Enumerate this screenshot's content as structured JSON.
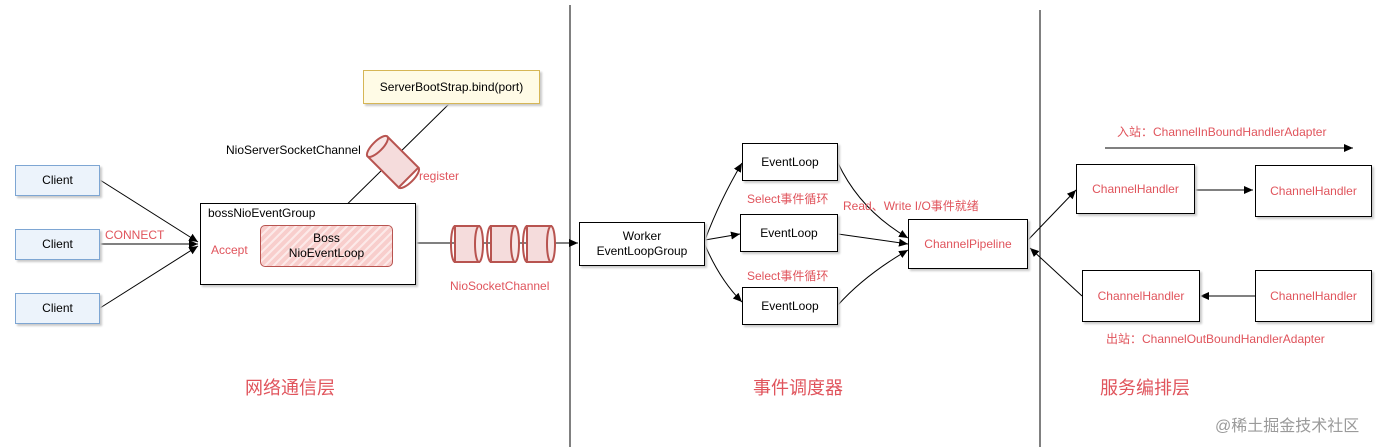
{
  "colors": {
    "accent": "#e0545c",
    "client_fill": "#ecf3fb",
    "client_border": "#7ea6d3",
    "bind_border": "#d6b656",
    "bind_fill": "#fffbe6",
    "line": "#000000"
  },
  "network": {
    "clients": [
      "Client",
      "Client",
      "Client"
    ],
    "connect_label": "CONNECT",
    "accept_label": "Accept",
    "boss_group_label": "bossNioEventGroup",
    "boss_loop": {
      "line1": "Boss",
      "line2": "NioEventLoop"
    },
    "server_bind": "ServerBootStrap.bind(port)",
    "server_channel_label": "NioServerSocketChannel",
    "register_label": "register",
    "socket_channel_label": "NioSocketChannel",
    "layer_title": "网络通信层"
  },
  "scheduler": {
    "worker": {
      "line1": "Worker",
      "line2": "EventLoopGroup"
    },
    "event_loops": [
      "EventLoop",
      "EventLoop",
      "EventLoop"
    ],
    "select_label_1": "Select事件循环",
    "select_label_2": "Select事件循环",
    "io_label": "Read、Write I/O事件就绪",
    "pipeline": "ChannelPipeline",
    "layer_title": "事件调度器"
  },
  "service": {
    "inbound_label": "入站：ChannelInBoundHandlerAdapter",
    "outbound_label": "出站：ChannelOutBoundHandlerAdapter",
    "handlers": [
      "ChannelHandler",
      "ChannelHandler",
      "ChannelHandler",
      "ChannelHandler"
    ],
    "layer_title": "服务编排层"
  },
  "watermark": "@稀土掘金技术社区"
}
